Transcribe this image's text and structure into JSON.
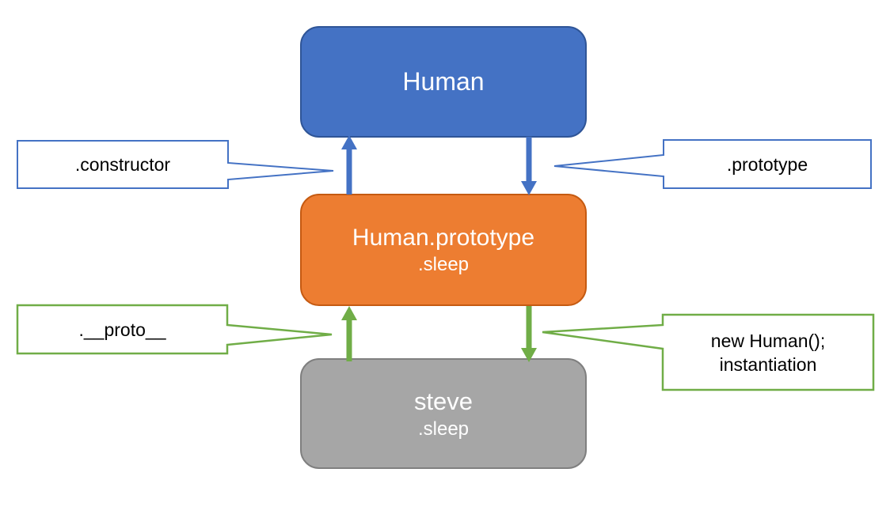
{
  "nodes": {
    "human": {
      "label": "Human"
    },
    "human_prototype": {
      "label": "Human.prototype",
      "sublabel": ".sleep"
    },
    "steve": {
      "label": "steve",
      "sublabel": ".sleep"
    }
  },
  "callouts": {
    "constructor": {
      "label": ".constructor"
    },
    "prototype": {
      "label": ".prototype"
    },
    "proto": {
      "label": ".__proto__"
    },
    "instantiation": {
      "line1": "new Human();",
      "line2": "instantiation"
    }
  },
  "arrows": [
    {
      "name": "constructor-arrow",
      "direction": "up",
      "color": "#4472C4",
      "from": "Human.prototype",
      "to": "Human"
    },
    {
      "name": "prototype-arrow",
      "direction": "down",
      "color": "#4472C4",
      "from": "Human",
      "to": "Human.prototype"
    },
    {
      "name": "proto-arrow",
      "direction": "up",
      "color": "#70AD47",
      "from": "steve",
      "to": "Human.prototype"
    },
    {
      "name": "instantiation-arrow",
      "direction": "down",
      "color": "#70AD47",
      "from": "Human.prototype",
      "to": "steve"
    }
  ],
  "colors": {
    "node_human_fill": "#4472C4",
    "node_human_border": "#2F5597",
    "node_prototype_fill": "#ED7D31",
    "node_prototype_border": "#C55A11",
    "node_steve_fill": "#A6A6A6",
    "node_steve_border": "#7F7F7F",
    "blue_accent": "#4472C4",
    "green_accent": "#70AD47",
    "node_text": "#FFFFFF",
    "callout_text": "#000000",
    "background": "#FFFFFF"
  }
}
